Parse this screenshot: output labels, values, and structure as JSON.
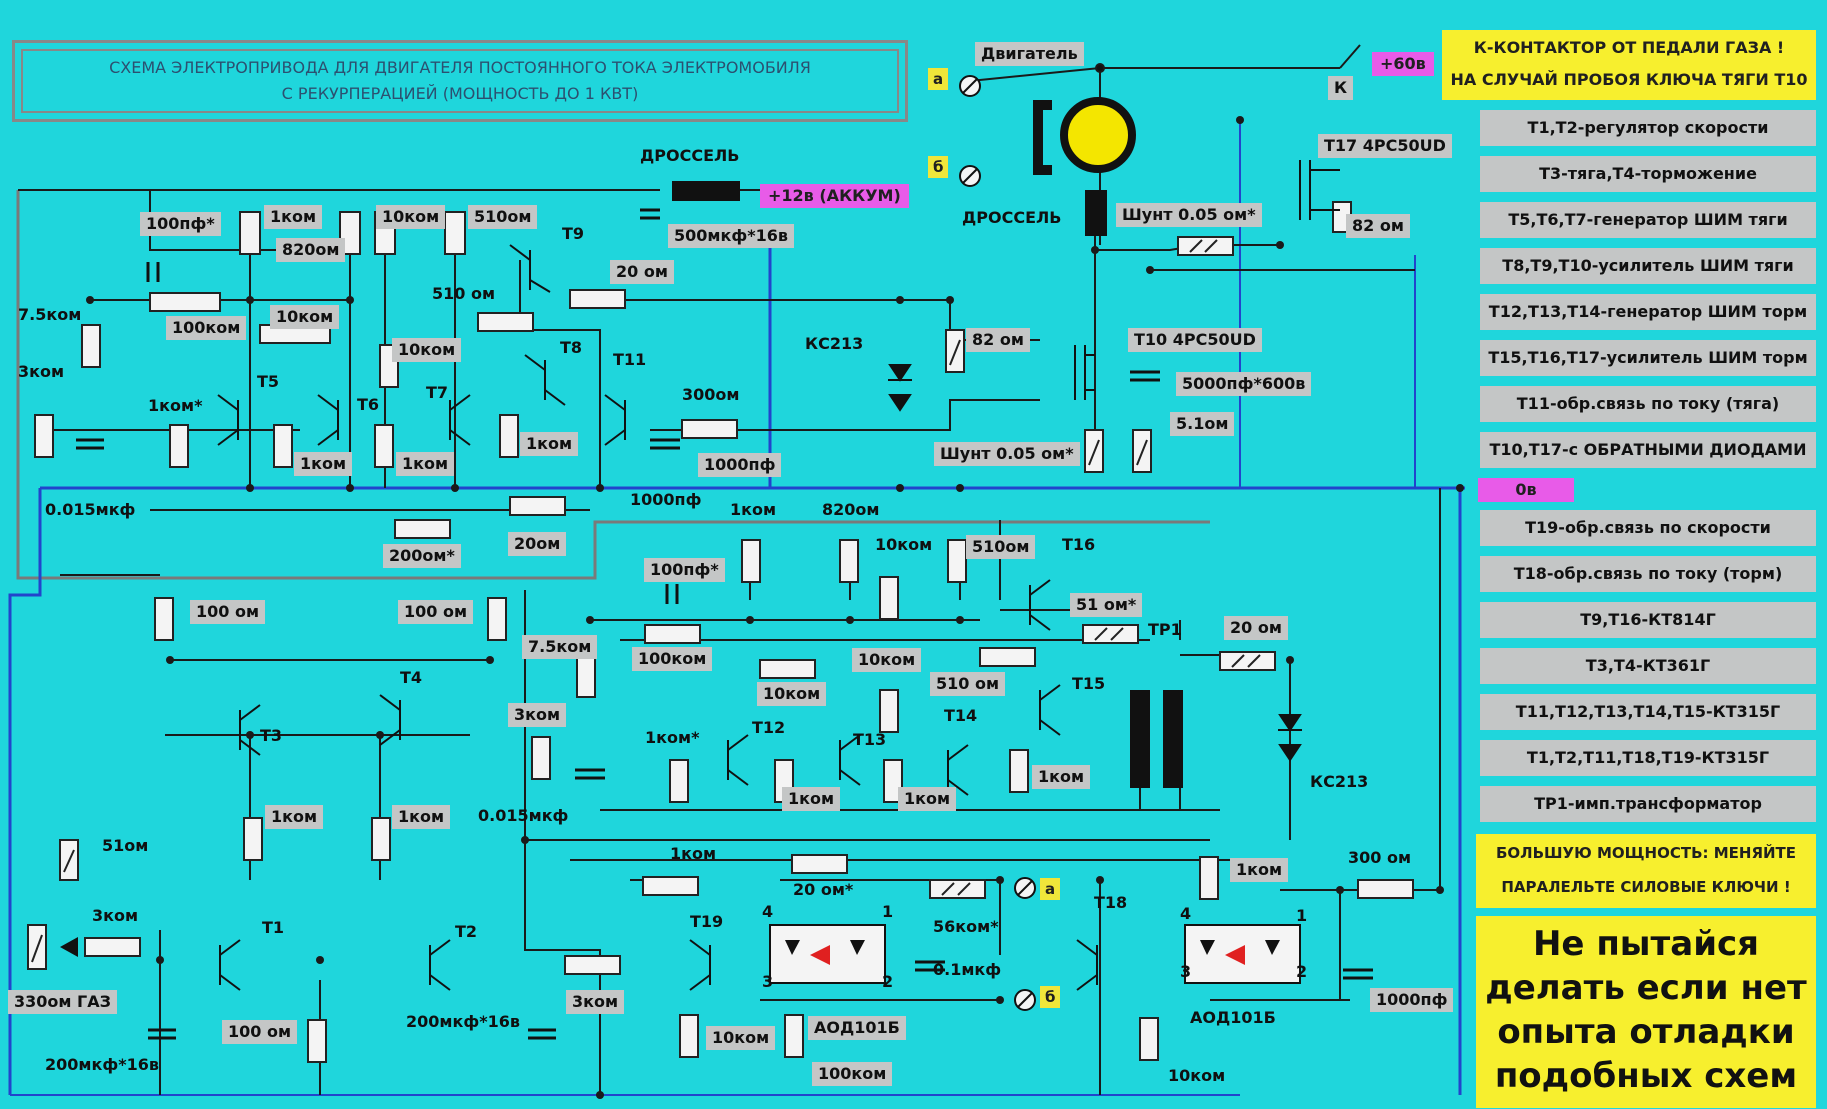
{
  "title": {
    "line1": "СХЕМА ЭЛЕКТРОПРИВОДА ДЛЯ ДВИГАТЕЛЯ ПОСТОЯННОГО ТОКА ЭЛЕКТРОМОБИЛЯ",
    "line2": "С РЕКУРПЕРАЦИЕЙ (МОЩНОСТЬ ДО 1 КВТ)"
  },
  "top_note": {
    "line1": "К-КОНТАКТОР ОТ ПЕДАЛИ ГАЗА !",
    "line2": "НА СЛУЧАЙ ПРОБОЯ КЛЮЧА ТЯГИ Т10"
  },
  "legend": [
    "Т1,Т2-регулятор скорости",
    "Т3-тяга,Т4-торможение",
    "Т5,Т6,Т7-генератор ШИМ тяги",
    "Т8,Т9,Т10-усилитель ШИМ тяги",
    "Т12,Т13,Т14-генератор ШИМ торм",
    "Т15,Т16,Т17-усилитель ШИМ торм",
    "Т11-обр.связь по току (тяга)",
    "Т10,Т17-с ОБРАТНЫМИ ДИОДАМИ",
    "Т19-обр.связь по скорости",
    "Т18-обр.связь по току (торм)",
    "Т9,Т16-КТ814Г",
    "Т3,Т4-КТ361Г",
    "Т11,Т12,Т13,Т14,Т15-КТ315Г",
    "Т1,Т2,Т11,Т18,Т19-КТ315Г",
    "ТР1-имп.трансформатор"
  ],
  "mid_note": {
    "line1": "БОЛЬШУЮ МОЩНОСТЬ: МЕНЯЙТЕ",
    "line2": "ПАРАЛЕЛЬТЕ СИЛОВЫЕ КЛЮЧИ !"
  },
  "warning": [
    "Не пытайся",
    "делать если нет",
    "опыта  отладки",
    "подобных схем"
  ],
  "power": {
    "v60": "+60в",
    "v12": "+12в (АККУМ)",
    "v0": "0в"
  },
  "terminals": {
    "a": "а",
    "b": "б"
  },
  "labels": {
    "dvigatel": "Двигатель",
    "drossel_top": "ДРОССЕЛЬ",
    "drossel_mid": "ДРОССЕЛЬ",
    "k": "К",
    "t17": "Т17 4РС50UD",
    "t10": "Т10 4РС50UD",
    "shunt1": "Шунт 0.05 ом*",
    "shunt2": "Шунт 0.05 ом*",
    "r82a": "82 ом",
    "r82b": "82 ом",
    "kc213a": "КС213",
    "kc213b": "КС213",
    "c5000": "5000пф*600в",
    "r51": "5.1ом",
    "c500": "500мкф*16в",
    "c100a": "100пф*",
    "r1k_a": "1ком",
    "r820a": "820ом",
    "r10k_a": "10ком",
    "r510a": "510ом",
    "r510b": "510 ом",
    "r20a": "20 ом",
    "r7_5a": "7.5ком",
    "r100k_a": "100ком",
    "r10k_b": "10ком",
    "r3k_a": "3ком",
    "r10k_c": "10ком",
    "r1k_star_a": "1ком*",
    "r1k_b": "1ком",
    "r1k_c": "1ком",
    "r1k_d": "1ком",
    "r300": "300ом",
    "c1000a": "1000пф",
    "c1000b": "1000пф",
    "c0015a": "0.015мкф",
    "r200star": "200ом*",
    "r20b": "20ом",
    "r1k_e": "1ком",
    "r820b": "820ом",
    "c100b": "100пф*",
    "r10k_d": "10ком",
    "r510c": "510ом",
    "r51star": "51 ом*",
    "tp1": "ТР1",
    "r20c": "20 ом",
    "r100k_b": "100ком",
    "r10k_e": "10ком",
    "r10k_f": "10ком",
    "r510d": "510 ом",
    "r7_5b": "7.5ком",
    "r3k_b": "3ком",
    "r1k_star_b": "1ком*",
    "r1k_f": "1ком",
    "r1k_g": "1ком",
    "r1k_h": "1ком",
    "c0015b": "0.015мкф",
    "r100a": "100 ом",
    "r100b": "100 ом",
    "r1k_i": "1ком",
    "r1k_j": "1ком",
    "r51om": "51ом",
    "r3k_c": "3ком",
    "gaz": "330ом ГАЗ",
    "c200a": "200мкф*16в",
    "r100c": "100 ом",
    "c200b": "200мкф*16в",
    "r3k_d": "3ком",
    "r1k_k": "1ком",
    "r20star": "20 ом*",
    "r56k": "56ком*",
    "c01": "0.1мкф",
    "r10k_g": "10ком",
    "r100k_c": "100ком",
    "aod1": "АОД101Б",
    "aod2": "АОД101Б",
    "r1k_l": "1ком",
    "r300b": "300 ом",
    "c1000c": "1000пф",
    "r10k_h": "10ком"
  },
  "transistors": [
    "Т1",
    "Т2",
    "Т3",
    "Т4",
    "Т5",
    "Т6",
    "Т7",
    "Т8",
    "Т9",
    "Т11",
    "Т12",
    "Т13",
    "Т14",
    "Т15",
    "Т16",
    "Т18",
    "Т19"
  ],
  "pins": [
    "4",
    "1",
    "3",
    "2",
    "4",
    "1",
    "3",
    "2"
  ]
}
